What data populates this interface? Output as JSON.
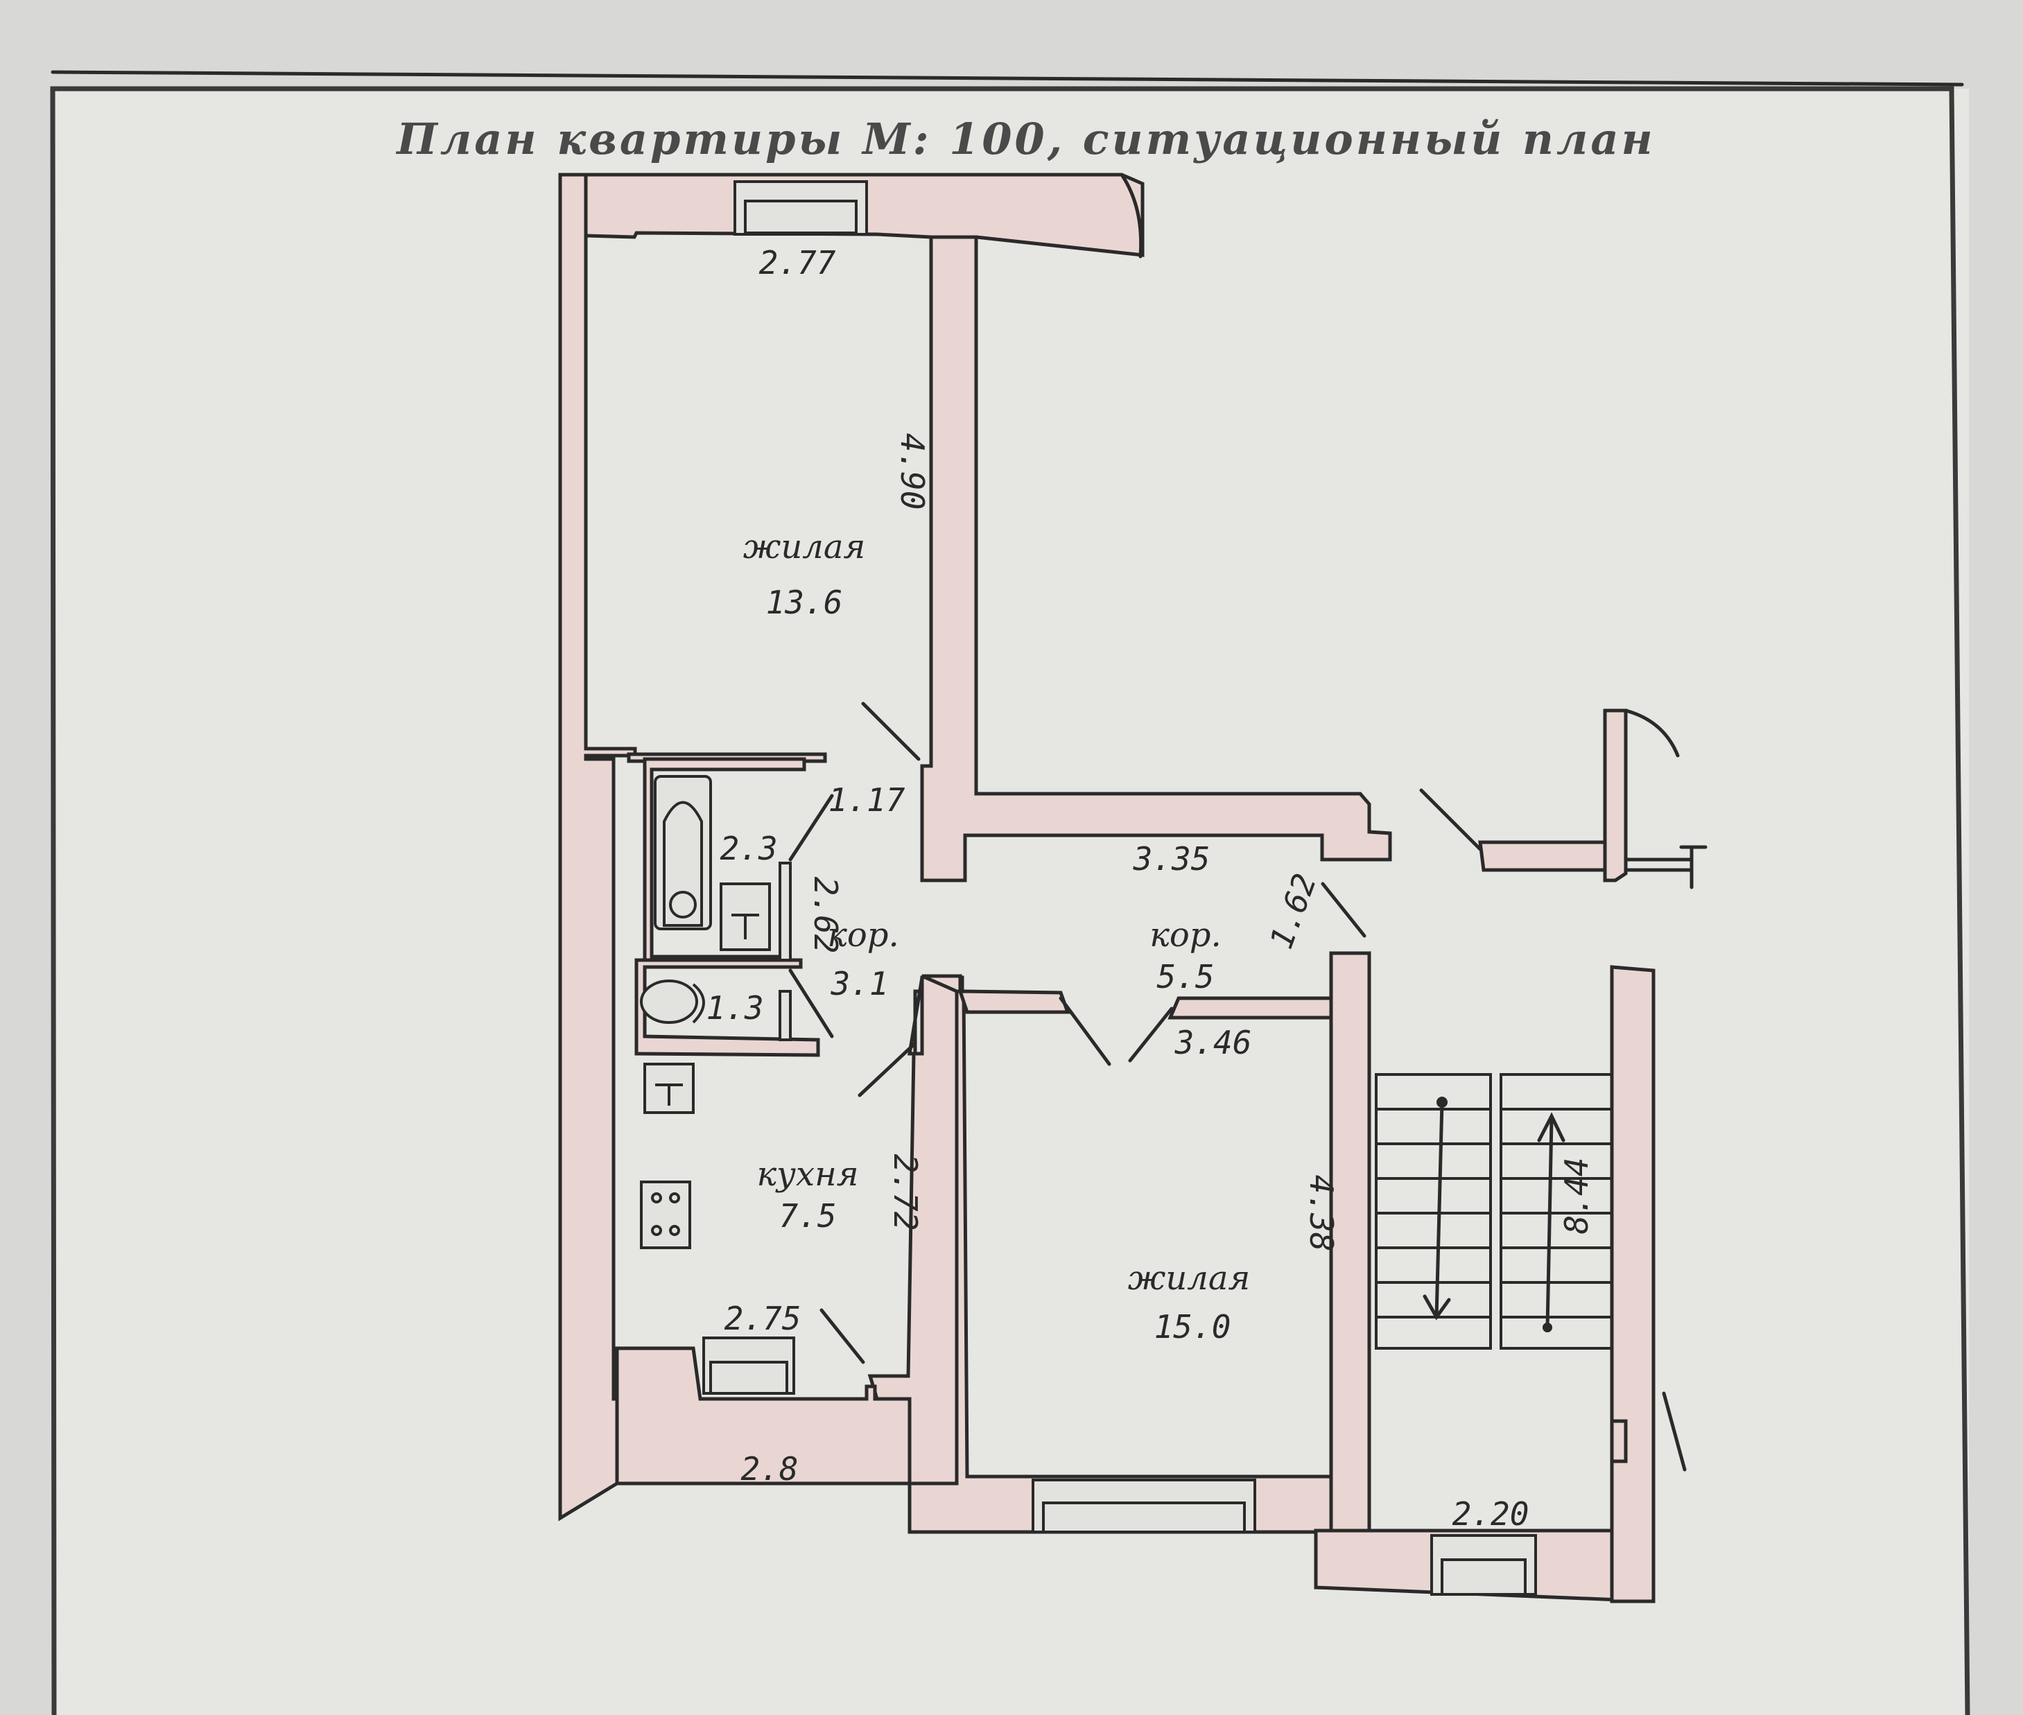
{
  "title": "План квартиры М: 100, ситуационный план",
  "rooms": {
    "living_top": {
      "name": "жилая",
      "area": "13.6"
    },
    "living_bottom": {
      "name": "жилая",
      "area": "15.0"
    },
    "kitchen": {
      "name": "кухня",
      "area": "7.5"
    },
    "corridor_small": {
      "name": "кор.",
      "area": "3.1"
    },
    "corridor_large": {
      "name": "кор.",
      "area": "5.5"
    },
    "bathroom": {
      "area": "2.3"
    },
    "toilet": {
      "area": "1.3"
    }
  },
  "dimensions": {
    "top_room_width": "2.77",
    "top_room_length": "4.90",
    "corridor_small_width": "1.17",
    "corridor_small_length": "2.62",
    "corridor_large_length": "3.35",
    "corridor_large_width": "1.62",
    "living_bottom_width": "3.46",
    "living_bottom_length": "4.38",
    "kitchen_length": "2.72",
    "kitchen_width": "2.75",
    "balcony_width": "2.8",
    "stair_width": "2.20",
    "stair_length": "8.44"
  }
}
